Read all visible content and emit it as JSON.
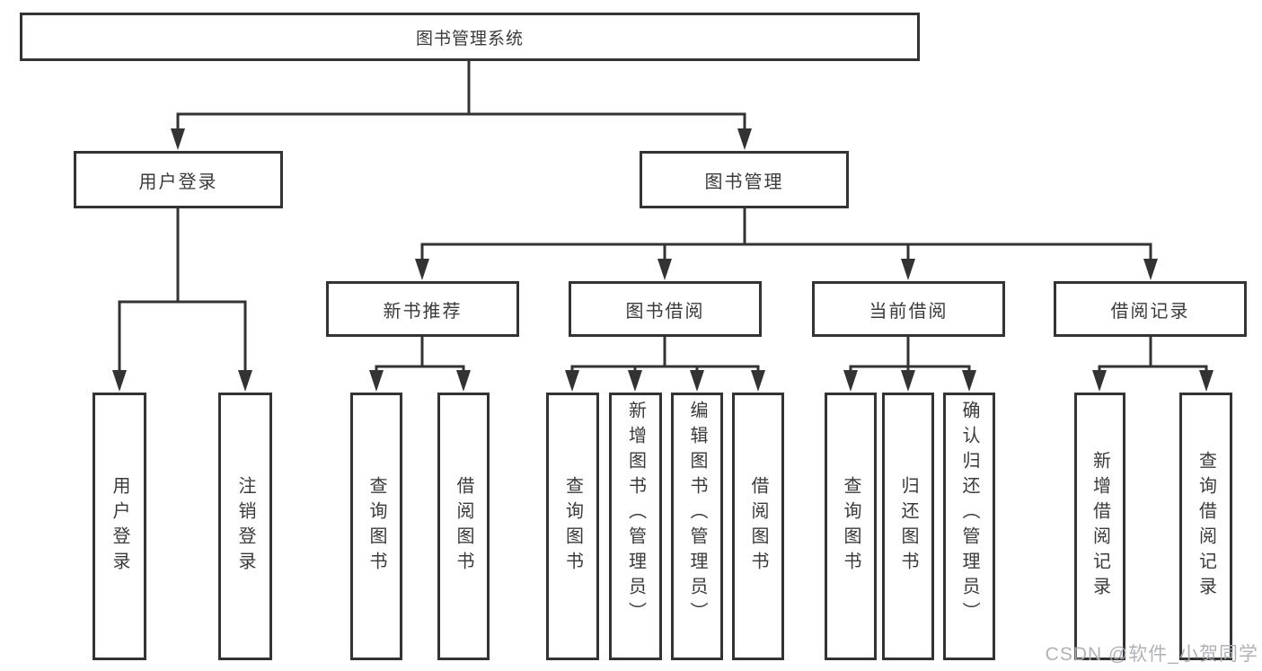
{
  "nodes": {
    "root": "图书管理系统",
    "user_login": "用户登录",
    "book_mgmt": "图书管理",
    "new_book_rec": "新书推荐",
    "book_borrow": "图书借阅",
    "current_borrow": "当前借阅",
    "borrow_record": "借阅记录",
    "leaf_user_login": "用户登录",
    "leaf_logout": "注销登录",
    "leaf_query_book_a": "查询图书",
    "leaf_borrow_book_a": "借阅图书",
    "leaf_query_book_b": "查询图书",
    "leaf_add_book_admin": "新增图书（管理员）",
    "leaf_edit_book_admin": "编辑图书（管理员）",
    "leaf_borrow_book_b": "借阅图书",
    "leaf_query_book_c": "查询图书",
    "leaf_return_book": "归还图书",
    "leaf_confirm_return_admin": "确认归还（管理员）",
    "leaf_add_borrow_record": "新增借阅记录",
    "leaf_query_borrow_record": "查询借阅记录"
  },
  "hierarchy": {
    "图书管理系统": {
      "用户登录": [
        "用户登录",
        "注销登录"
      ],
      "图书管理": {
        "新书推荐": [
          "查询图书",
          "借阅图书"
        ],
        "图书借阅": [
          "查询图书",
          "新增图书（管理员）",
          "编辑图书（管理员）",
          "借阅图书"
        ],
        "当前借阅": [
          "查询图书",
          "归还图书",
          "确认归还（管理员）"
        ],
        "借阅记录": [
          "新增借阅记录",
          "查询借阅记录"
        ]
      }
    }
  },
  "colors": {
    "line": "#333333",
    "text": "#3a3a3a",
    "watermark": "#acaeb5",
    "background": "#ffffff"
  },
  "watermark": "CSDN @软件_小贺同学"
}
